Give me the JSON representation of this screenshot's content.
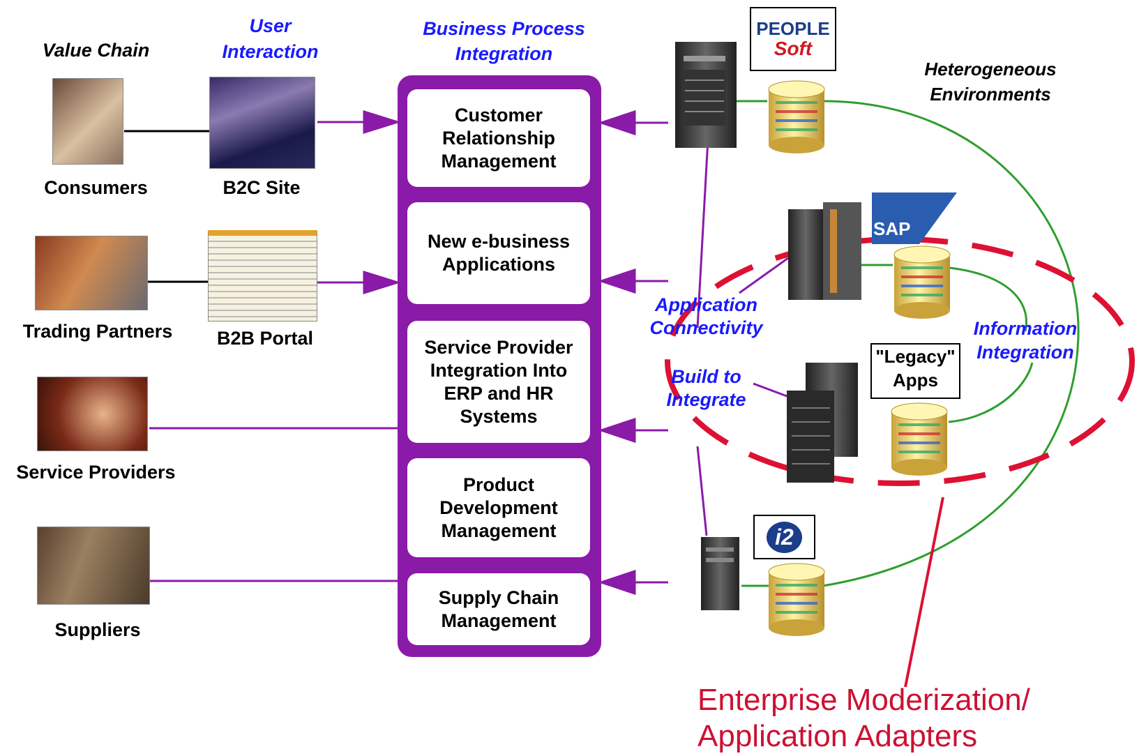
{
  "headers": {
    "value_chain": "Value Chain",
    "user_interaction_1": "User",
    "user_interaction_2": "Interaction",
    "bpi_1": "Business Process",
    "bpi_2": "Integration",
    "hetero_1": "Heterogeneous",
    "hetero_2": "Environments"
  },
  "actors": [
    {
      "label": "Consumers"
    },
    {
      "label": "Trading Partners"
    },
    {
      "label": "Service Providers"
    },
    {
      "label": "Suppliers"
    }
  ],
  "interaction": [
    {
      "label": "B2C Site"
    },
    {
      "label": "B2B Portal"
    }
  ],
  "processes": [
    {
      "label": "Customer\nRelationship\nManagement"
    },
    {
      "label": "New e-business\nApplications"
    },
    {
      "label": "Service Provider\nIntegration Into\nERP and HR\nSystems"
    },
    {
      "label": "Product\nDevelopment\nManagement"
    },
    {
      "label": "Supply Chain\nManagement"
    }
  ],
  "integration_labels": {
    "app_conn_1": "Application",
    "app_conn_2": "Connectivity",
    "build_1": "Build to",
    "build_2": "Integrate",
    "info_1": "Information",
    "info_2": "Integration"
  },
  "vendors": {
    "peoplesoft_1": "PEOPLE",
    "peoplesoft_2": "Soft",
    "sap": "SAP",
    "legacy_1": "\"Legacy\"",
    "legacy_2": "Apps",
    "i2": "i2"
  },
  "callout": {
    "line1": "Enterprise Moderization/",
    "line2": "Application Adapters"
  },
  "colors": {
    "purple": "#8a1aa8",
    "green": "#2e9e2e",
    "red_dash": "#dd1133",
    "blue_text": "#1a1aff"
  }
}
